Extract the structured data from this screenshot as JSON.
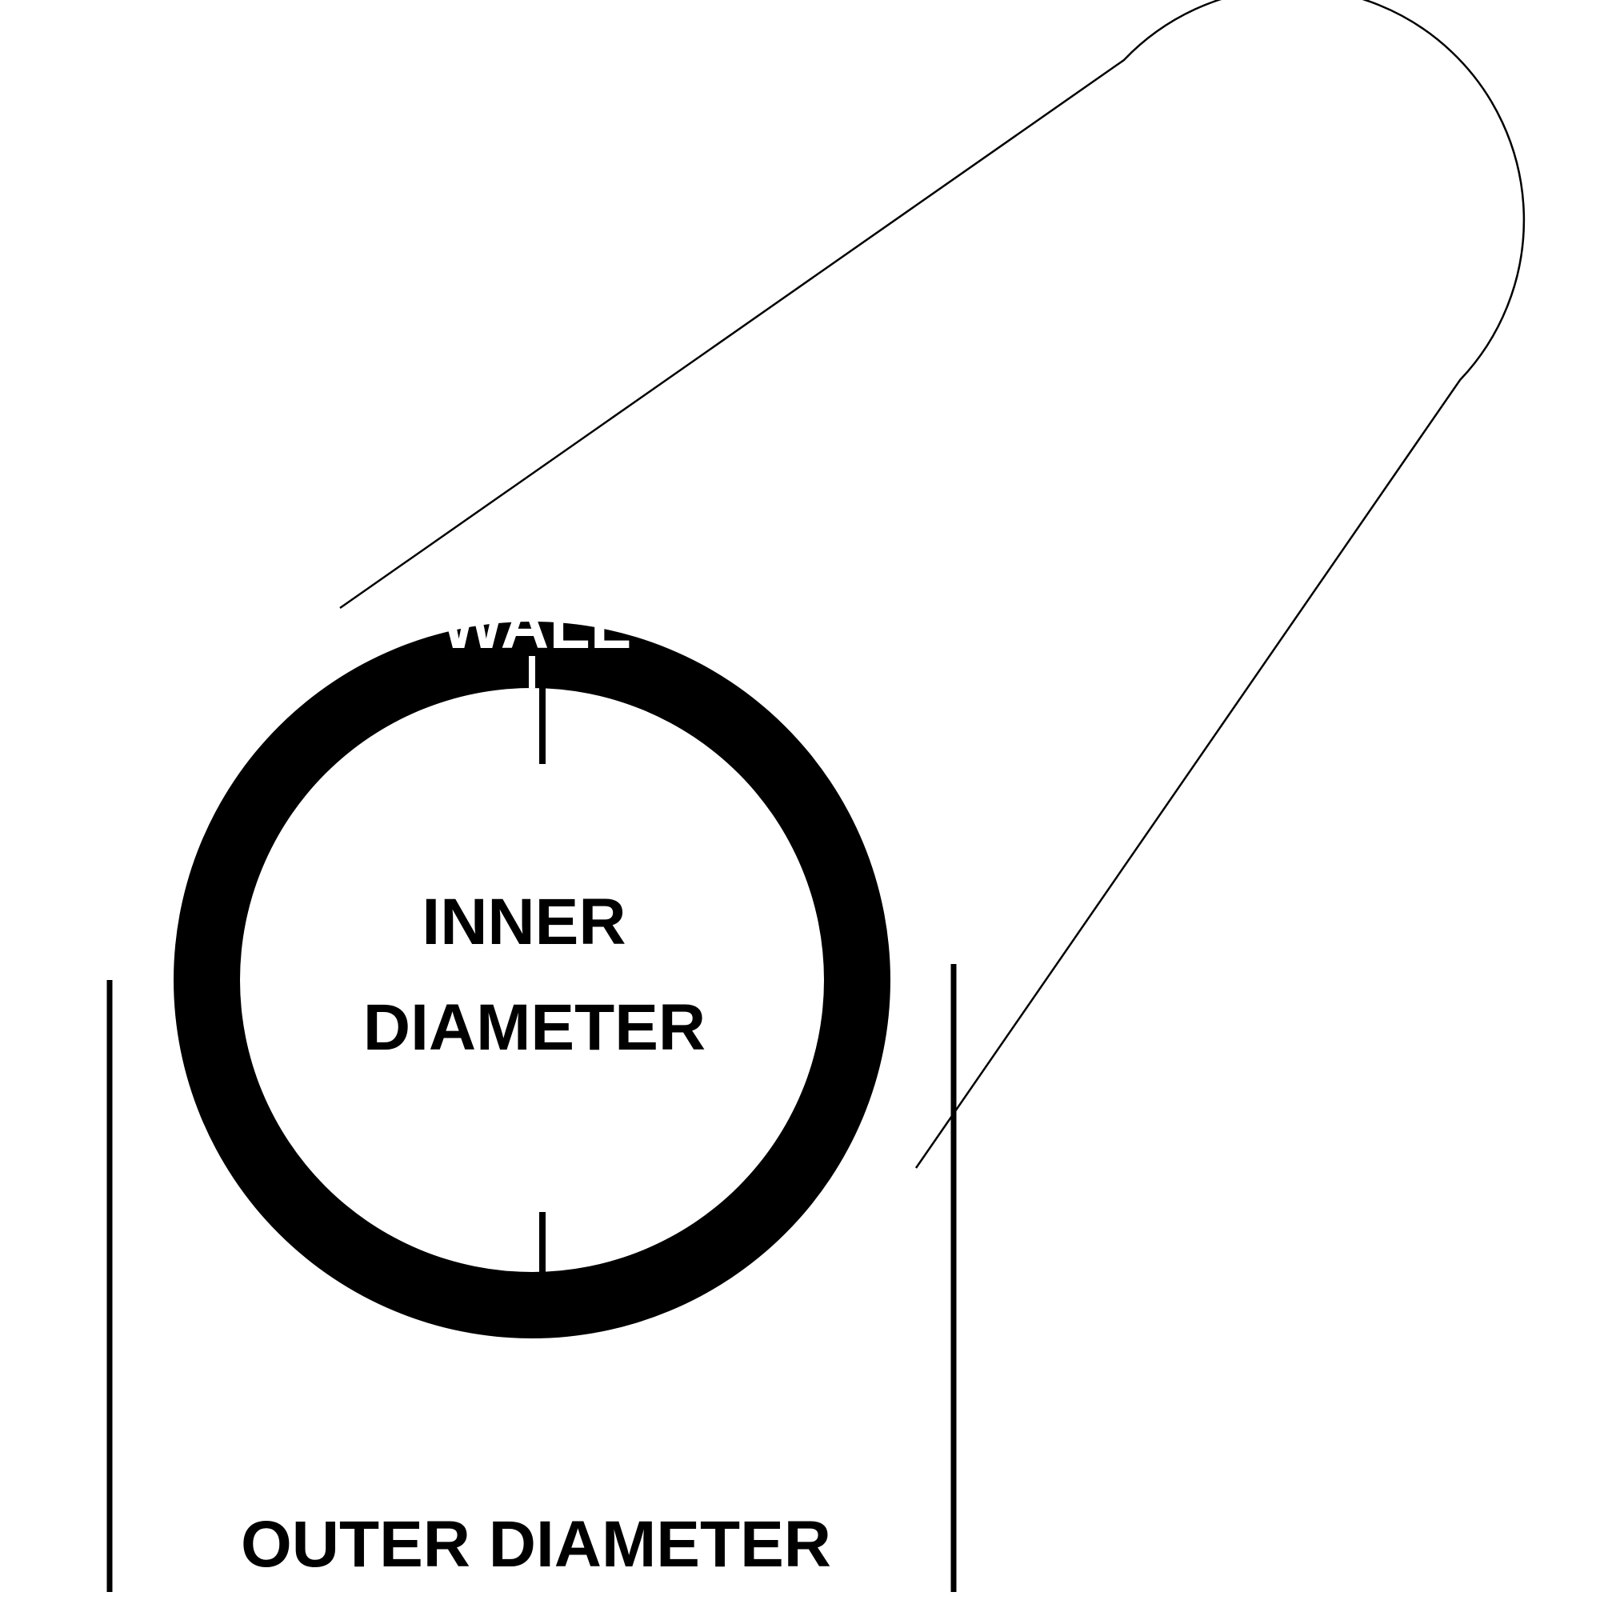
{
  "labels": {
    "wall": "WALL",
    "inner_line1": "INNER",
    "inner_line2": "DIAMETER",
    "outer": "OUTER DIAMETER"
  },
  "colors": {
    "background": "#ffffff",
    "ring": "#000000",
    "wall_text": "#ffffff",
    "text": "#000000",
    "outline": "#000000"
  }
}
